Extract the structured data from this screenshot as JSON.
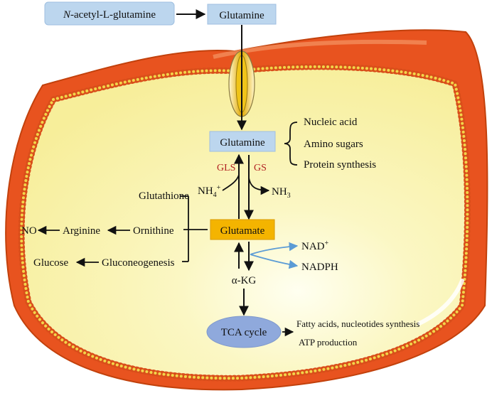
{
  "top": {
    "precursor_prefix": "N",
    "precursor_rest": "-acetyl-L-glutamine",
    "extracellular": "Glutamine"
  },
  "cell": {
    "glutamine": "Glutamine",
    "glutamine_uses": [
      "Nucleic acid",
      "Amino sugars",
      "Protein synthesis"
    ],
    "enzyme_forward": "GLS",
    "enzyme_reverse": "GS",
    "nh4": "NH",
    "nh4_sub": "4",
    "nh4_sup": "+",
    "nh3": "NH",
    "nh3_sub": "3",
    "glutamate": "Glutamate",
    "glutamate_products": {
      "glutathione": "Glutathione",
      "ornithine": "Ornithine",
      "arginine": "Arginine",
      "no": "NO",
      "gluconeogenesis": "Gluconeogenesis",
      "glucose": "Glucose"
    },
    "cofactors": {
      "nad": "NAD",
      "nad_sup": "+",
      "nadph": "NADPH"
    },
    "akg": "α-KG",
    "tca": "TCA cycle",
    "tca_outputs": [
      "Fatty acids, nucleotides synthesis",
      "ATP production"
    ]
  },
  "colors": {
    "box_blue": "#bcd6ee",
    "box_orange": "#f4b400",
    "membrane": "#e8531f",
    "cytoplasm": "#fbf6b0",
    "tca_fill": "#8fa9dc",
    "cofactor_arrow": "#5b9bd5"
  }
}
